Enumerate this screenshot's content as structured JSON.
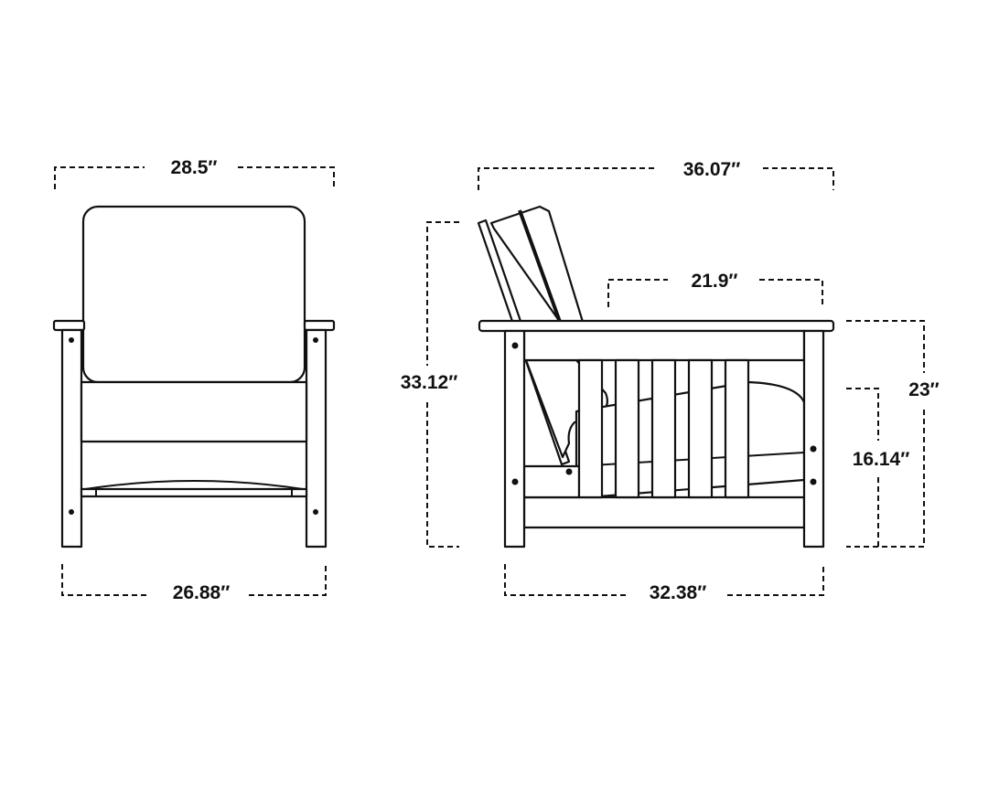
{
  "dimensions": {
    "front_width": "28.5″",
    "front_leg_width": "26.88″",
    "side_depth": "36.07″",
    "seat_depth": "21.9″",
    "overall_height": "33.12″",
    "arm_height": "23″",
    "seat_height": "16.14″",
    "leg_depth": "32.38″"
  },
  "colors": {
    "line": "#111111",
    "background": "#ffffff"
  }
}
